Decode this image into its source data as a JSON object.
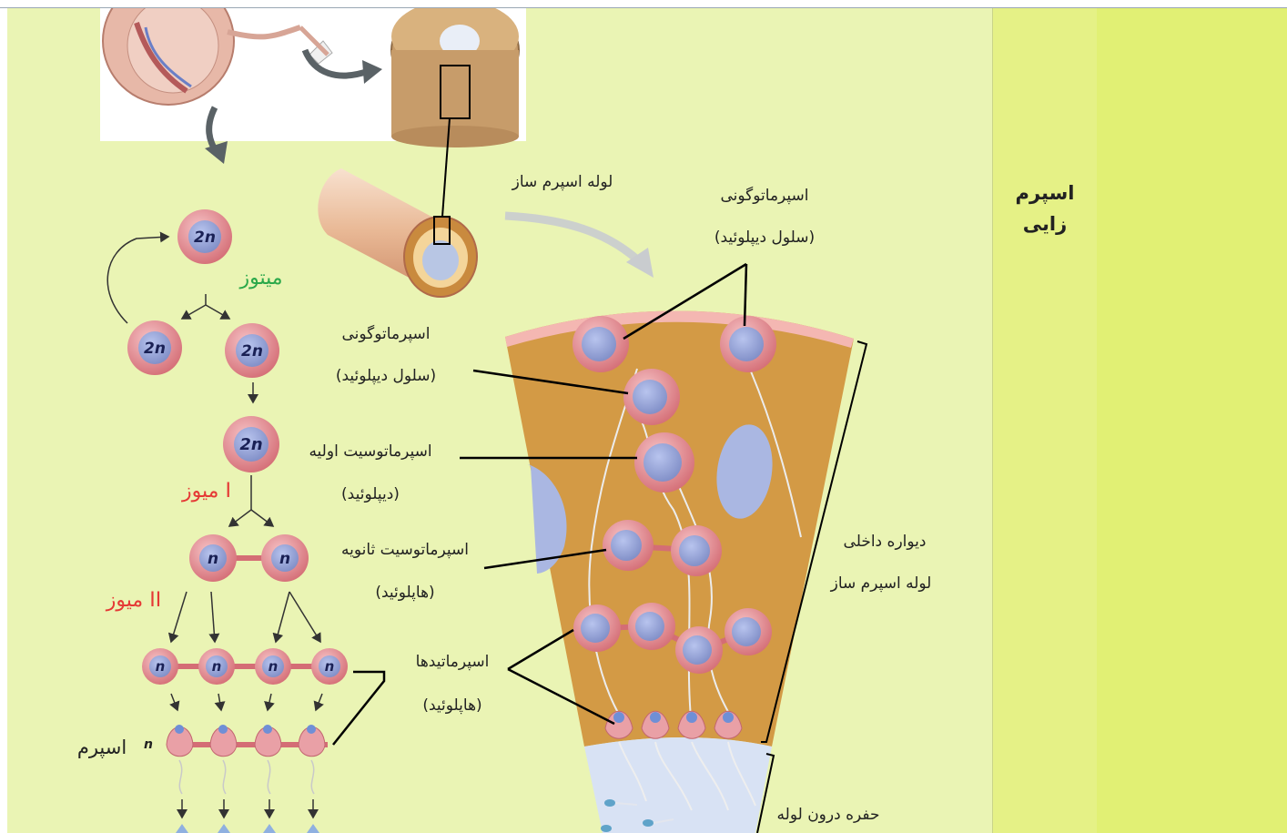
{
  "row": {
    "title_line1": "اسپرم",
    "title_line2": "زایی"
  },
  "labels": {
    "tube": "لوله اسپرم ساز",
    "spermatogonia_top": "اسپرماتوگونی",
    "diploid_top": "(سلول دیپلوئید)",
    "spermatogonia_left": "اسپرماتوگونی",
    "diploid_left": "(سلول دیپلوئید)",
    "primary": "اسپرماتوسیت اولیه",
    "primary_ploidy": "(دیپلوئید)",
    "secondary": "اسپرماتوسیت ثانویه",
    "secondary_ploidy": "(هاپلوئید)",
    "spermatids": "اسپرماتیدها",
    "spermatids_ploidy": "(هاپلوئید)",
    "wall_line1": "دیواره داخلی",
    "wall_line2": "لوله اسپرم ساز",
    "lumen": "حفره درون لوله",
    "mitosis": "میتوز",
    "meiosis1": "میوز I",
    "meiosis2": "میوز II",
    "sperm": "اسپرم",
    "n": "n",
    "two_n": "2n"
  },
  "colors": {
    "mitosis": "#2aa84a",
    "meiosis": "#e53935",
    "cell_outer": "#e58e92",
    "cell_inner": "#8f9ed2",
    "wall": "#d9a044"
  }
}
